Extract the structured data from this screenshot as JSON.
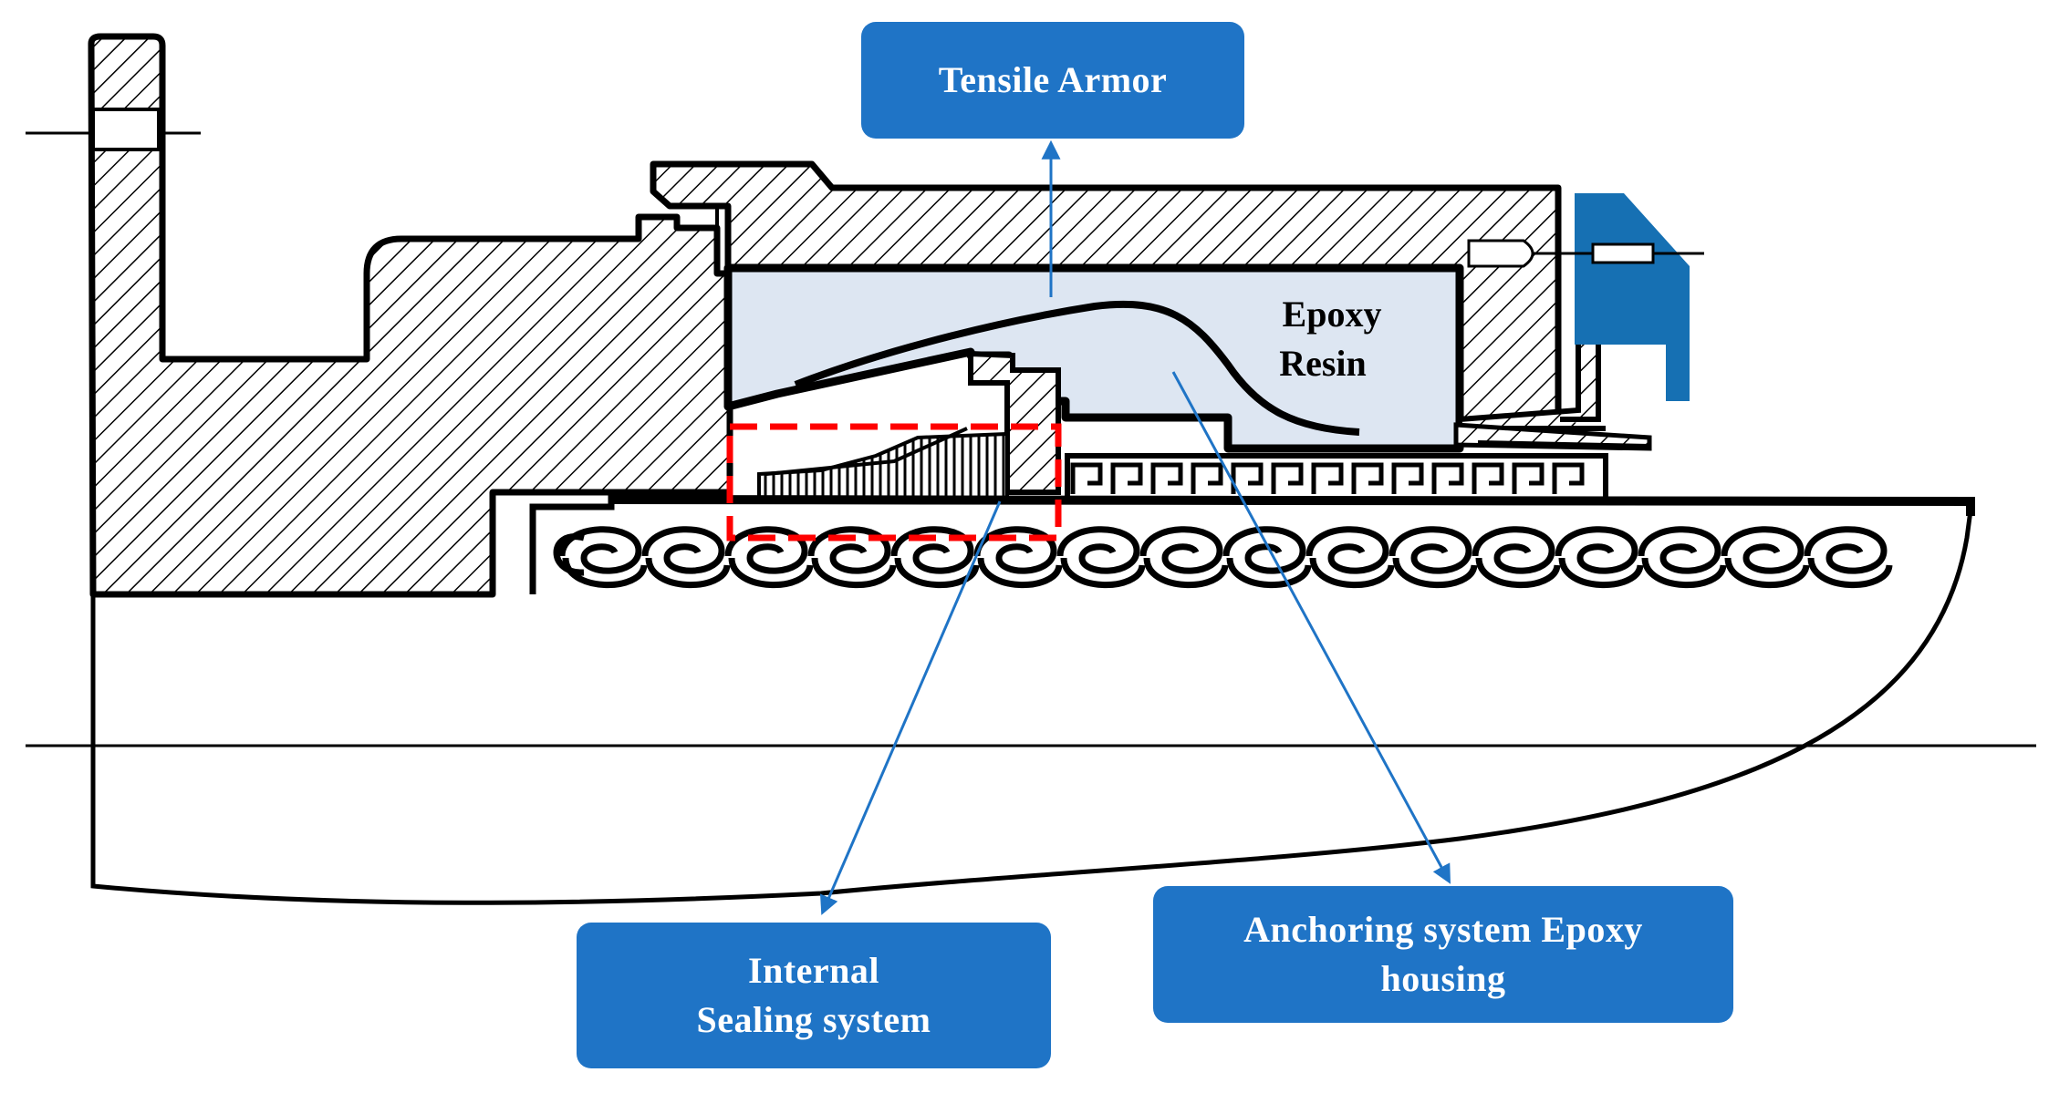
{
  "diagram": {
    "label_colors": {
      "callout_fill": "#1f74c6",
      "callout_text": "#ffffff",
      "arrow": "#1f74c6",
      "seal_highlight": "#ff0000",
      "epoxy_fill": "#dde6f2",
      "stopper_fill": "#1670b3"
    },
    "callouts": {
      "tensile_armor": "Tensile Armor",
      "internal_sealing_line1": "Internal",
      "internal_sealing_line2": "Sealing system",
      "anchoring_line1": "Anchoring system Epoxy",
      "anchoring_line2": "housing"
    },
    "inline_labels": {
      "epoxy_line1": "Epoxy",
      "epoxy_line2": "Resin"
    }
  }
}
